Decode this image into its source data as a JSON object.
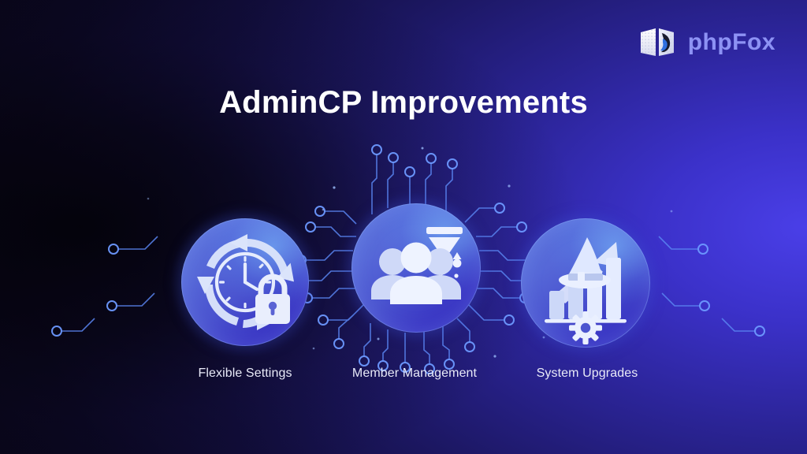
{
  "brand": {
    "logo_icon": "phpfox-book-fox-logo-icon",
    "wordmark": "phpFox",
    "wordmark_color": "#8d92f4"
  },
  "header": {
    "title": "AdminCP Improvements",
    "title_color": "#ffffff"
  },
  "background": {
    "style": "dark-to-blue diagonal gradient with circuit-board traces",
    "dark_color": "#0a0610",
    "blue_color": "#3a34d2",
    "trace_color": "#4f7ff0"
  },
  "features": [
    {
      "id": "flexible-settings",
      "label": "Flexible Settings",
      "icon": "clock-refresh-lock-icon",
      "circle_color": "#4a53cf"
    },
    {
      "id": "member-management",
      "label": "Member Management",
      "icon": "users-group-filter-icon",
      "circle_color": "#4a53cf"
    },
    {
      "id": "system-upgrades",
      "label": "System Upgrades",
      "icon": "wizard-hat-bar-chart-gear-icon",
      "circle_color": "#4a53cf"
    }
  ]
}
